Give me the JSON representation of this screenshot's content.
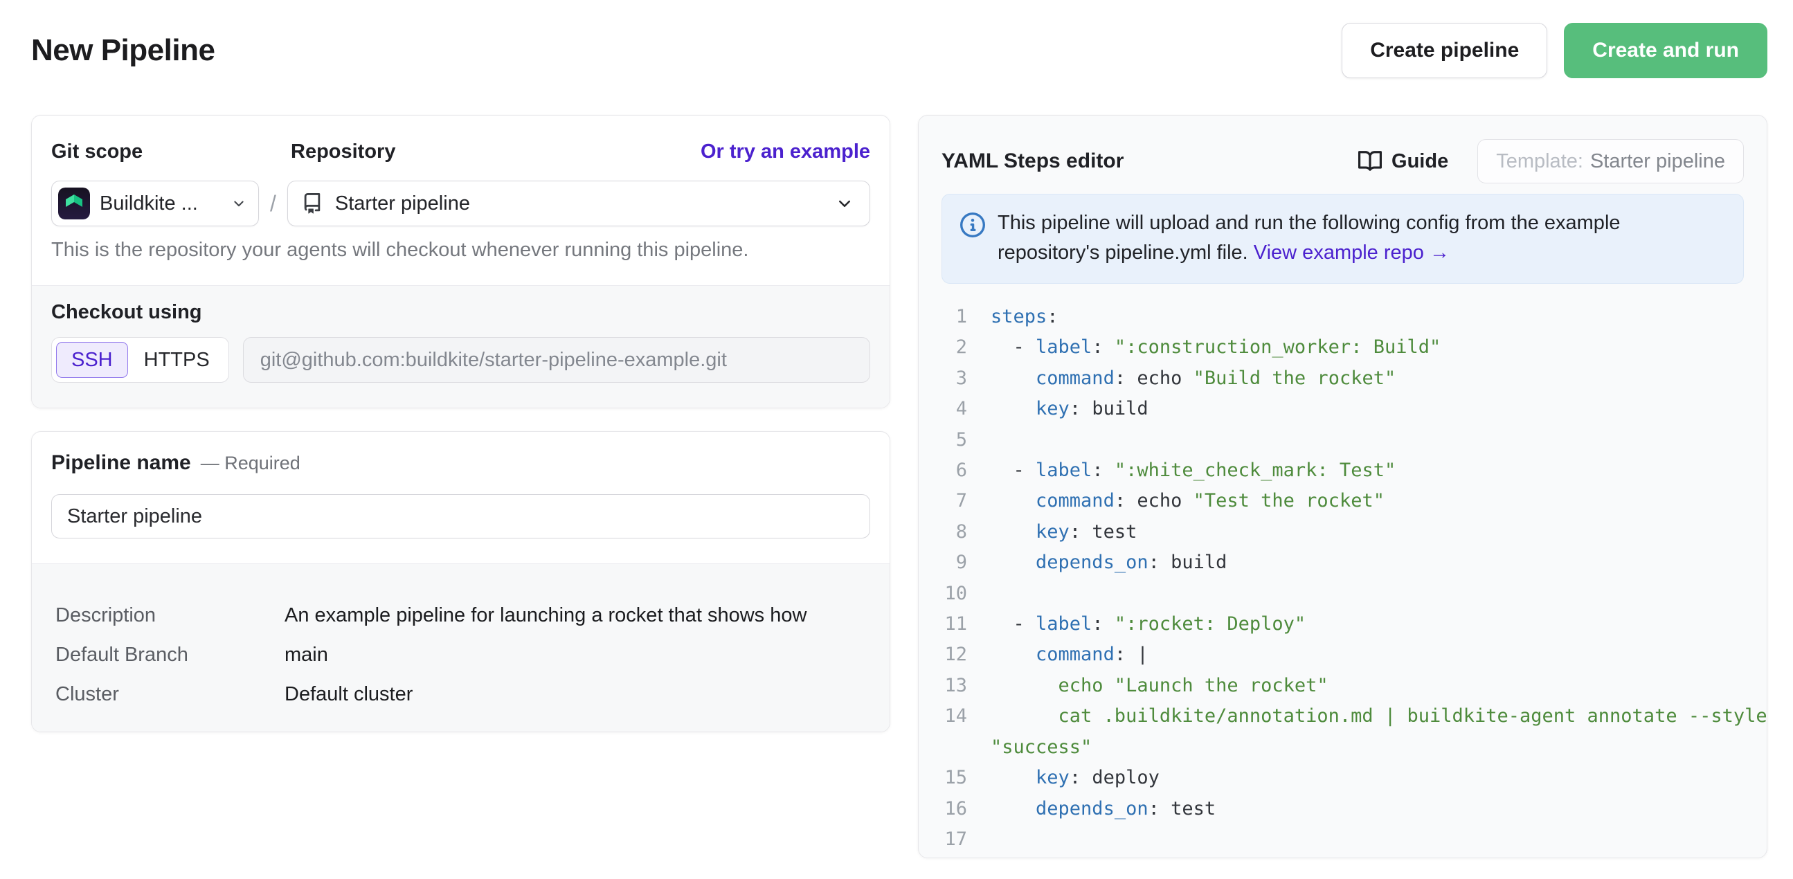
{
  "page": {
    "title": "New Pipeline"
  },
  "header": {
    "create_pipeline_label": "Create pipeline",
    "create_and_run_label": "Create and run"
  },
  "git_panel": {
    "git_scope_label": "Git scope",
    "repository_label": "Repository",
    "example_link": "Or try an example",
    "git_scope_value": "Buildkite ...",
    "separator": "/",
    "repository_value": "Starter pipeline",
    "helper_text": "This is the repository your agents will checkout whenever running this pipeline.",
    "checkout_label": "Checkout using",
    "ssh_label": "SSH",
    "https_label": "HTTPS",
    "checkout_url": "git@github.com:buildkite/starter-pipeline-example.git"
  },
  "name_panel": {
    "name_label": "Pipeline name",
    "required_label": "— Required",
    "name_value": "Starter pipeline",
    "details": {
      "rows": [
        {
          "label": "Description",
          "value": "An example pipeline for launching a rocket that shows how"
        },
        {
          "label": "Default Branch",
          "value": "main"
        },
        {
          "label": "Cluster",
          "value": "Default cluster"
        }
      ]
    }
  },
  "editor": {
    "title": "YAML Steps editor",
    "guide_label": "Guide",
    "template_prefix": "Template:",
    "template_value": "Starter pipeline",
    "banner": {
      "text": "This pipeline will upload and run the following config from the example repository's pipeline.yml file. ",
      "link_label": "View example repo →"
    },
    "code": {
      "lines": [
        {
          "n": "1",
          "segs": [
            [
              "key",
              "steps"
            ],
            [
              "plain",
              ":"
            ]
          ]
        },
        {
          "n": "2",
          "segs": [
            [
              "plain",
              "  - "
            ],
            [
              "key",
              "label"
            ],
            [
              "plain",
              ": "
            ],
            [
              "str",
              "\":construction_worker: Build\""
            ]
          ]
        },
        {
          "n": "3",
          "segs": [
            [
              "plain",
              "    "
            ],
            [
              "key",
              "command"
            ],
            [
              "plain",
              ": echo "
            ],
            [
              "str",
              "\"Build the rocket\""
            ]
          ]
        },
        {
          "n": "4",
          "segs": [
            [
              "plain",
              "    "
            ],
            [
              "key",
              "key"
            ],
            [
              "plain",
              ": build"
            ]
          ]
        },
        {
          "n": "5",
          "segs": []
        },
        {
          "n": "6",
          "segs": [
            [
              "plain",
              "  - "
            ],
            [
              "key",
              "label"
            ],
            [
              "plain",
              ": "
            ],
            [
              "str",
              "\":white_check_mark: Test\""
            ]
          ]
        },
        {
          "n": "7",
          "segs": [
            [
              "plain",
              "    "
            ],
            [
              "key",
              "command"
            ],
            [
              "plain",
              ": echo "
            ],
            [
              "str",
              "\"Test the rocket\""
            ]
          ]
        },
        {
          "n": "8",
          "segs": [
            [
              "plain",
              "    "
            ],
            [
              "key",
              "key"
            ],
            [
              "plain",
              ": test"
            ]
          ]
        },
        {
          "n": "9",
          "segs": [
            [
              "plain",
              "    "
            ],
            [
              "key",
              "depends_on"
            ],
            [
              "plain",
              ": build"
            ]
          ]
        },
        {
          "n": "10",
          "segs": []
        },
        {
          "n": "11",
          "segs": [
            [
              "plain",
              "  - "
            ],
            [
              "key",
              "label"
            ],
            [
              "plain",
              ": "
            ],
            [
              "str",
              "\":rocket: Deploy\""
            ]
          ]
        },
        {
          "n": "12",
          "segs": [
            [
              "plain",
              "    "
            ],
            [
              "key",
              "command"
            ],
            [
              "plain",
              ": |"
            ]
          ]
        },
        {
          "n": "13",
          "segs": [
            [
              "str",
              "      echo \"Launch the rocket\""
            ]
          ]
        },
        {
          "n": "14",
          "segs": [
            [
              "str",
              "      cat .buildkite/annotation.md | buildkite-agent annotate --style"
            ]
          ]
        },
        {
          "n": "",
          "segs": [
            [
              "str",
              "\"success\""
            ]
          ]
        },
        {
          "n": "15",
          "segs": [
            [
              "plain",
              "    "
            ],
            [
              "key",
              "key"
            ],
            [
              "plain",
              ": deploy"
            ]
          ]
        },
        {
          "n": "16",
          "segs": [
            [
              "plain",
              "    "
            ],
            [
              "key",
              "depends_on"
            ],
            [
              "plain",
              ": test"
            ]
          ]
        },
        {
          "n": "17",
          "segs": []
        }
      ]
    }
  },
  "colors": {
    "primary_green": "#57be7c",
    "accent_purple": "#4b21ce",
    "banner_bg": "#e9f1fb",
    "banner_icon_blue": "#3779c2",
    "code_key_blue": "#2f70b2",
    "code_string_green": "#4e8b3c",
    "panel_gray_bg": "#f7f8f9"
  }
}
